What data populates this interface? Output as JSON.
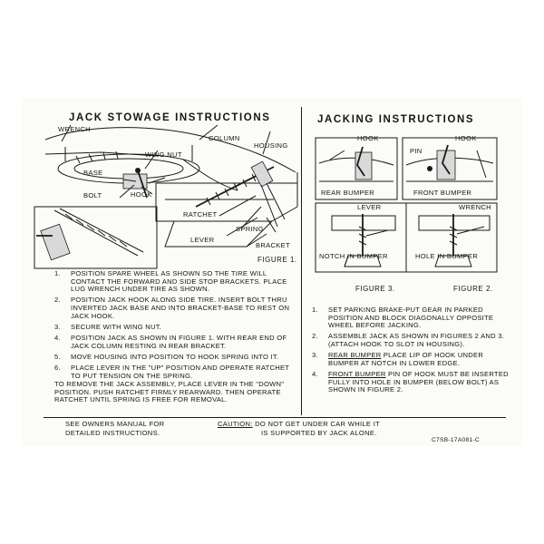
{
  "left": {
    "title": "JACK STOWAGE INSTRUCTIONS",
    "labels": {
      "wrench": "WRENCH",
      "column": "COLUMN",
      "housing": "HOUSING",
      "wing_nut": "WING NUT",
      "base": "BASE",
      "bolt": "BOLT",
      "hook": "HOOK",
      "ratchet": "RATCHET",
      "spring": "SPRING",
      "lever": "LEVER",
      "bracket": "BRACKET"
    },
    "figure_caption": "FIGURE 1.",
    "steps": [
      {
        "num": "1.",
        "text": "POSITION SPARE WHEEL AS SHOWN SO THE TIRE WILL CONTACT THE FORWARD AND SIDE STOP BRACKETS. PLACE LUG WRENCH UNDER TIRE AS SHOWN."
      },
      {
        "num": "2.",
        "text": "POSITION JACK HOOK ALONG SIDE TIRE. INSERT BOLT THRU INVERTED JACK BASE AND INTO BRACKET-BASE TO REST ON JACK HOOK."
      },
      {
        "num": "3.",
        "text": "SECURE WITH WING NUT."
      },
      {
        "num": "4.",
        "text": "POSITION JACK AS SHOWN IN FIGURE 1. WITH REAR END OF JACK COLUMN RESTING IN REAR BRACKET."
      },
      {
        "num": "5.",
        "text": "MOVE HOUSING INTO POSITION TO HOOK SPRING INTO IT."
      },
      {
        "num": "6.",
        "text": "PLACE LEVER IN THE \"UP\" POSITION AND OPERATE RATCHET TO PUT TENSION ON THE SPRING."
      }
    ],
    "removal_text": "TO REMOVE THE JACK ASSEMBLY, PLACE LEVER IN THE \"DOWN\" POSITION. PUSH RATCHET FIRMLY REARWARD. THEN OPERATE RATCHET UNTIL SPRING IS FREE FOR REMOVAL."
  },
  "right": {
    "title": "JACKING INSTRUCTIONS",
    "labels": {
      "hook_a": "HOOK",
      "hook_b": "HOOK",
      "pin": "PIN",
      "rear_bumper": "REAR BUMPER",
      "front_bumper": "FRONT BUMPER",
      "lever": "LEVER",
      "wrench": "WRENCH",
      "notch_in_bumper": "NOTCH IN BUMPER",
      "hole_in_bumper": "HOLE IN BUMPER"
    },
    "figure3": "FIGURE 3.",
    "figure2": "FIGURE 2.",
    "steps": [
      {
        "num": "1.",
        "text": "SET PARKING BRAKE-PUT GEAR IN PARKED POSITION AND BLOCK DIAGONALLY OPPOSITE WHEEL BEFORE JACKING."
      },
      {
        "num": "2.",
        "text": "ASSEMBLE JACK AS SHOWN IN FIGURES 2 AND 3. (ATTACH HOOK TO SLOT IN HOUSING)."
      },
      {
        "num": "3.",
        "lead": "REAR BUMPER",
        "text": " PLACE LIP OF HOOK UNDER BUMPER AT NOTCH IN LOWER EDGE."
      },
      {
        "num": "4.",
        "lead": "FRONT BUMPER",
        "text": " PIN OF HOOK MUST BE INSERTED FULLY INTO HOLE IN BUMPER (BELOW BOLT) AS SHOWN IN FIGURE 2."
      }
    ]
  },
  "footer": {
    "owners_line1": "SEE OWNERS MANUAL FOR",
    "owners_line2": "DETAILED INSTRUCTIONS.",
    "caution_lead": "CAUTION:",
    "caution_line1": " DO NOT GET UNDER CAR WHILE IT",
    "caution_line2": "IS SUPPORTED BY JACK ALONE.",
    "part_number": "C7SB-17A081-C"
  }
}
